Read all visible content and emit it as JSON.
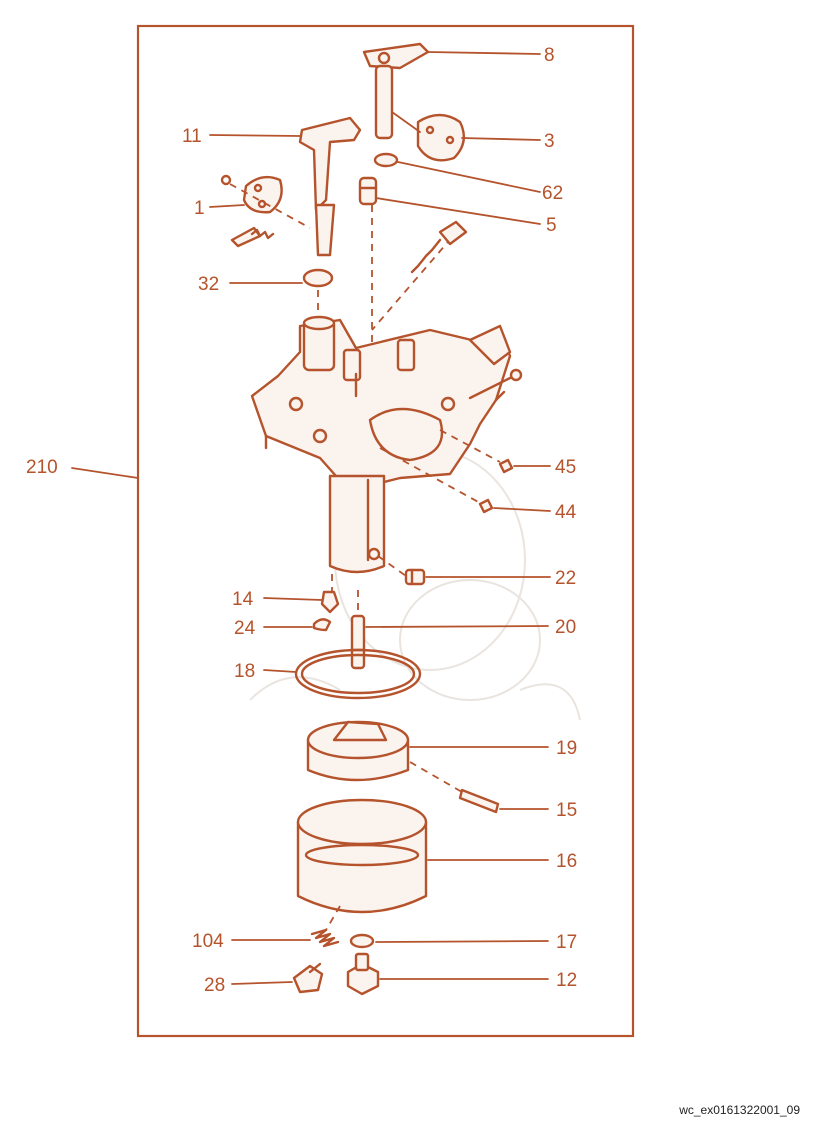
{
  "diagram": {
    "frame_label": "210",
    "labels": {
      "p8": "8",
      "p3": "3",
      "p62": "62",
      "p5": "5",
      "p11": "11",
      "p1": "1",
      "p32": "32",
      "p45": "45",
      "p44": "44",
      "p22": "22",
      "p14": "14",
      "p24": "24",
      "p20": "20",
      "p18": "18",
      "p19": "19",
      "p15": "15",
      "p16": "16",
      "p104": "104",
      "p17": "17",
      "p28": "28",
      "p12": "12"
    },
    "colors": {
      "line": "#b5532c",
      "watermark": "#e9e4df"
    }
  },
  "footer": {
    "code": "wc_ex0161322001_09"
  }
}
